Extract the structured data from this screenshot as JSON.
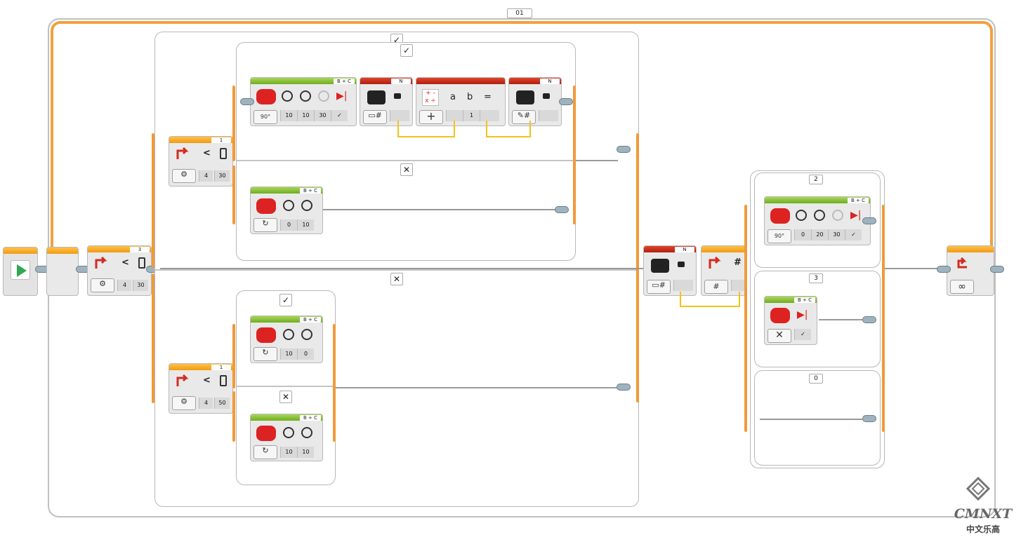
{
  "loop_label": "01",
  "start_block": {
    "icon": "play-icon"
  },
  "outer_switch": {
    "block_id": "3",
    "sensor": "touch",
    "compare": "<",
    "port_value": "4",
    "threshold": "30",
    "true_case": "✓",
    "false_case": "✕"
  },
  "inner_switch_top": {
    "block_id": "1",
    "compare": "<",
    "port_value": "4",
    "threshold": "30",
    "true_case": "✓",
    "false_case": "✕"
  },
  "inner_switch_bottom": {
    "block_id": "1",
    "compare": "<",
    "port_value": "4",
    "threshold": "50",
    "true_case": "✓",
    "false_case": "✕"
  },
  "move_a": {
    "ports": "B + C",
    "mode": "90°",
    "v1": "10",
    "v2": "10",
    "v3": "30"
  },
  "var_read_1": {
    "name": "N"
  },
  "math": {
    "a_label": "a",
    "b_label": "b",
    "eq": "=",
    "b_value": "1"
  },
  "var_write_1": {
    "name": "N"
  },
  "move_b": {
    "ports": "B + C",
    "v1": "0",
    "v2": "10"
  },
  "move_c": {
    "ports": "B + C",
    "v1": "10",
    "v2": "0"
  },
  "move_d": {
    "ports": "B + C",
    "v1": "10",
    "v2": "10"
  },
  "var_read_2": {
    "name": "N"
  },
  "num_switch": {
    "hash": "#"
  },
  "case_switch": {
    "case1": "2",
    "case2": "3",
    "case3": "0"
  },
  "move_e": {
    "ports": "B + C",
    "mode": "90°",
    "v1": "0",
    "v2": "20",
    "v3": "30"
  },
  "move_f": {
    "ports": "B + C"
  },
  "loop_end": {
    "icon": "infinity-icon",
    "symbol": "∞"
  },
  "watermark": {
    "brand": "CMNXT",
    "sub": "中文乐高"
  }
}
